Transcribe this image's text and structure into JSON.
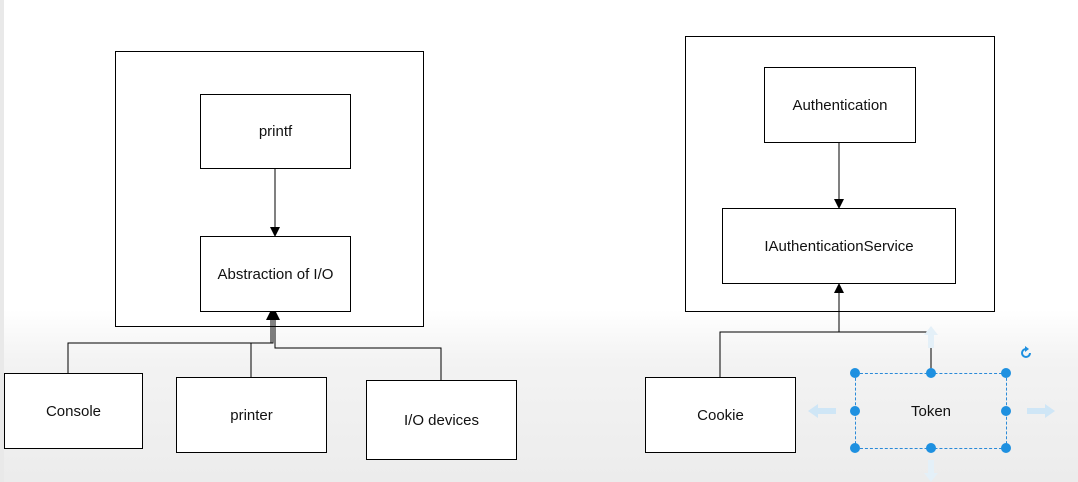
{
  "left_diagram": {
    "printf": "printf",
    "abstraction": "Abstraction of I/O",
    "console": "Console",
    "printer": "printer",
    "io_devices": "I/O devices"
  },
  "right_diagram": {
    "authentication": "Authentication",
    "service": "IAuthenticationService",
    "cookie": "Cookie",
    "token": "Token"
  },
  "colors": {
    "line": "#000000",
    "selection": "#1e90e0",
    "hint": "#bfe0f5"
  }
}
